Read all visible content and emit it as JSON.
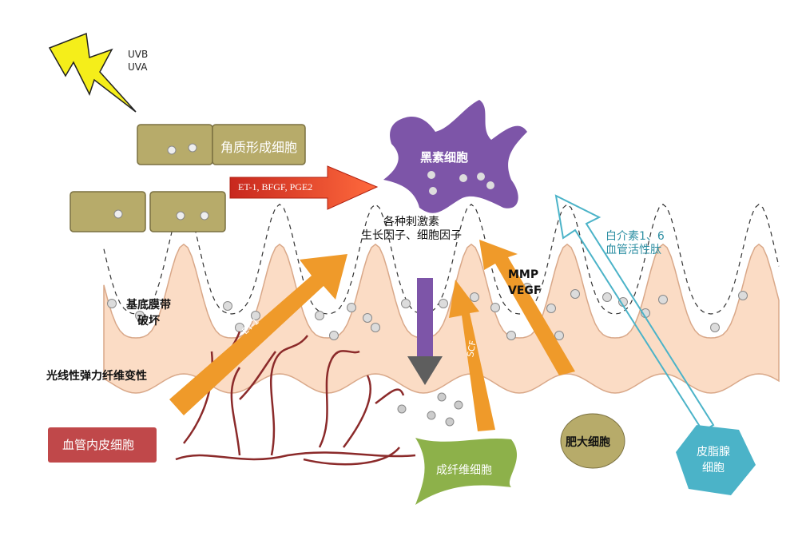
{
  "uv": {
    "line1": "UVB",
    "line2": "UVA"
  },
  "keratinocyte": {
    "label": "角质形成细胞"
  },
  "melanocyte": {
    "label": "黑素细胞"
  },
  "red_arrow": {
    "label": "ET-1, BFGF, PGE2"
  },
  "stimuli": {
    "line1": "各种刺激素",
    "line2": "生长因子、细胞因子"
  },
  "basement": {
    "line1": "基底膜带",
    "line2": "破坏"
  },
  "elastic": {
    "label": "光线性弹力纤维变性"
  },
  "endothelial": {
    "label": "血管内皮细胞"
  },
  "et1_arrow": {
    "label": "ET-1"
  },
  "scf_arrow": {
    "label": "SCF"
  },
  "mmp": {
    "line1": "MMP",
    "line2": "VEGF"
  },
  "fibroblast": {
    "label": "成纤维细胞"
  },
  "mast": {
    "label": "肥大细胞"
  },
  "sebaceous": {
    "line1": "皮脂腺",
    "line2": "细胞"
  },
  "interleukin": {
    "line1": "白介素1、6",
    "line2": "血管活性肽"
  },
  "colors": {
    "orange": "#ef9a2a",
    "purple": "#7d55a8",
    "khaki": "#b7ab6a",
    "red": "#c0484a",
    "green": "#8db14a",
    "teal": "#4bb3c8",
    "peach": "#fbdcc5"
  }
}
